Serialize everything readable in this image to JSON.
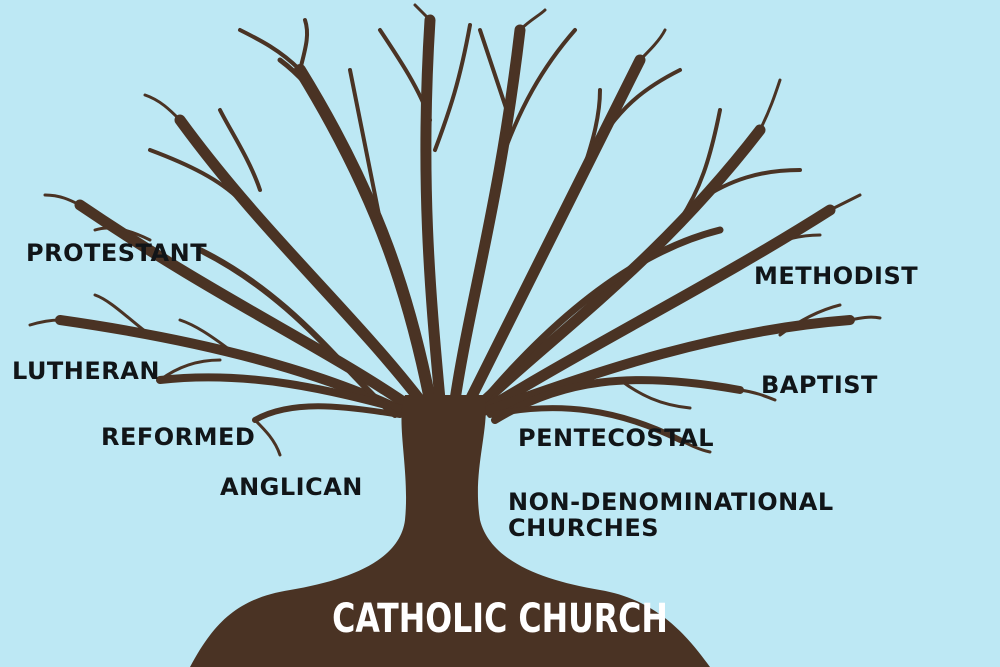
{
  "diagram": {
    "type": "tree",
    "background_color": "#bde8f4",
    "tree_color": "#4a3324",
    "root": {
      "label": "CATHOLIC CHURCH"
    },
    "branches": [
      {
        "id": "protestant",
        "label": "PROTESTANT",
        "side": "left"
      },
      {
        "id": "lutheran",
        "label": "LUTHERAN",
        "side": "left"
      },
      {
        "id": "reformed",
        "label": "REFORMED",
        "side": "left"
      },
      {
        "id": "anglican",
        "label": "ANGLICAN",
        "side": "left"
      },
      {
        "id": "methodist",
        "label": "METHODIST",
        "side": "right"
      },
      {
        "id": "baptist",
        "label": "BAPTIST",
        "side": "right"
      },
      {
        "id": "pentecostal",
        "label": "PENTECOSTAL",
        "side": "right"
      },
      {
        "id": "non-denominational",
        "label_line1": "NON-DENOMINATIONAL",
        "label_line2": "CHURCHES",
        "side": "right"
      }
    ]
  }
}
